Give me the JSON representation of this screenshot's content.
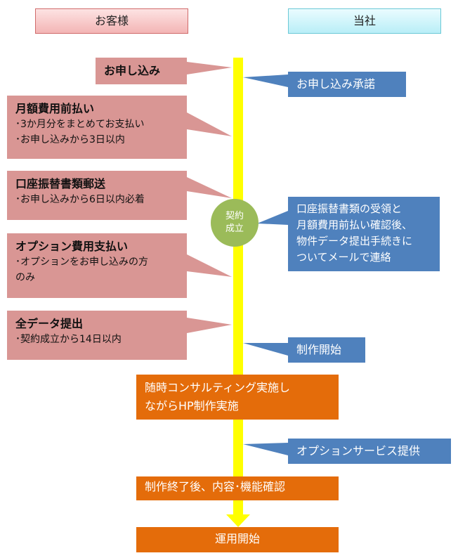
{
  "headers": {
    "customer": "お客様",
    "company": "当社"
  },
  "customer_steps": [
    {
      "title": "お申し込み",
      "lines": []
    },
    {
      "title": "月額費用前払い",
      "lines": [
        "･3か月分をまとめてお支払い",
        "･お申し込みから3日以内"
      ]
    },
    {
      "title": "口座振替書類郵送",
      "lines": [
        "･お申し込みから6日以内必着"
      ]
    },
    {
      "title": "オプション費用支払い",
      "lines": [
        "･オプションをお申し込みの方",
        "のみ"
      ]
    },
    {
      "title": "全データ提出",
      "lines": [
        "･契約成立から14日以内"
      ]
    }
  ],
  "company_steps": [
    {
      "lines": [
        "お申し込み承諾"
      ]
    },
    {
      "lines": [
        "口座振替書類の受領と",
        "月額費用前払い確認後、",
        "物件データ提出手続きに",
        "ついてメールで連絡"
      ]
    },
    {
      "lines": [
        "制作開始"
      ]
    },
    {
      "lines": [
        "オプションサービス提供"
      ]
    }
  ],
  "milestone": {
    "line1": "契約",
    "line2": "成立"
  },
  "center_steps": [
    {
      "lines": [
        "随時コンサルティング実施し",
        "ながらHP制作実施"
      ]
    },
    {
      "lines": [
        "制作終了後、内容･機能確認"
      ]
    },
    {
      "lines": [
        "運用開始"
      ]
    }
  ],
  "colors": {
    "timeline": "#ffff00",
    "customer_box": "#d99694",
    "company_box": "#4f81bd",
    "milestone": "#9bbb59",
    "center_box": "#e46c0a"
  }
}
